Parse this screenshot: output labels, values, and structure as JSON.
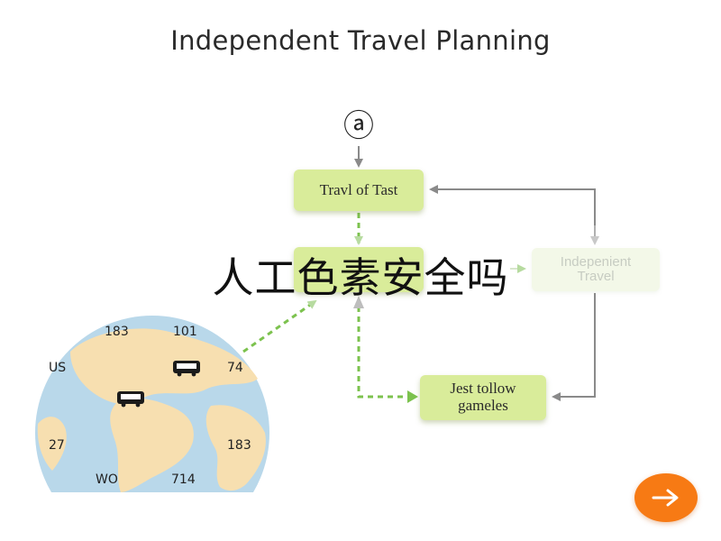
{
  "title": "Independent Travel Planning",
  "start_marker": "ⓐ",
  "nodes": {
    "top": "Travl of Tast",
    "middle": "",
    "right": "Indepenient\nTravel",
    "bottom": "Jest tollow\ngameles"
  },
  "overlay_text": "人工色素安全吗",
  "globe_labels": {
    "top_left": "183",
    "top_right": "101",
    "left": "US",
    "right": "74",
    "bottom_left": "27",
    "bottom_right": "183",
    "bottom_center_left": "WO",
    "bottom_center_right": "714"
  },
  "icons": {
    "start": "circled-a-icon",
    "next": "arrow-right-icon",
    "transport": "bus-icon"
  },
  "colors": {
    "node_fill": "#d9ec9a",
    "node_faded": "#f3f8e8",
    "connector_gray": "#8a8a8a",
    "connector_green": "#7cc24e",
    "ocean": "#b9d8ea",
    "land": "#f7dfb0",
    "next_button": "#f77a14"
  }
}
